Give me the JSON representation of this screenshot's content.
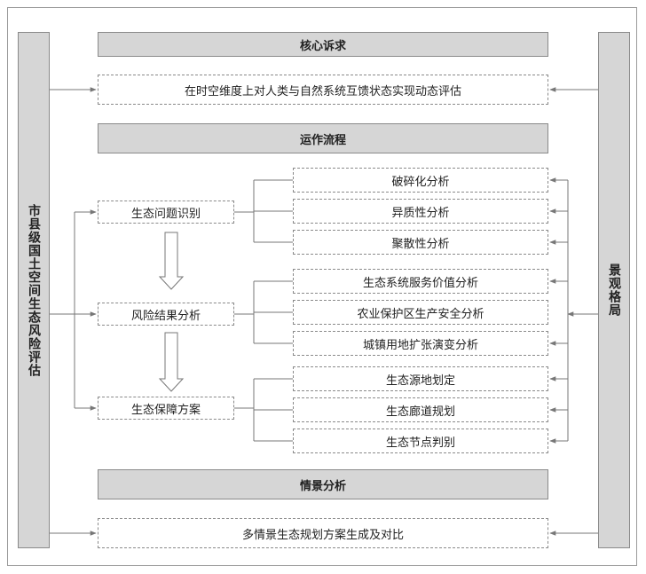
{
  "left_bar": {
    "label": "市县级国土空间生态风险评估"
  },
  "right_bar": {
    "label": "景观格局"
  },
  "sections": {
    "core": {
      "title": "核心诉求",
      "content": "在时空维度上对人类与自然系统互馈状态实现动态评估"
    },
    "process": {
      "title": "运作流程"
    },
    "scenario": {
      "title": "情景分析",
      "content": "多情景生态规划方案生成及对比"
    }
  },
  "steps": [
    {
      "label": "生态问题识别",
      "items": [
        "破碎化分析",
        "异质性分析",
        "聚散性分析"
      ]
    },
    {
      "label": "风险结果分析",
      "items": [
        "生态系统服务价值分析",
        "农业保护区生产安全分析",
        "城镇用地扩张演变分析"
      ]
    },
    {
      "label": "生态保障方案",
      "items": [
        "生态源地划定",
        "生态廊道规划",
        "生态节点判别"
      ]
    }
  ]
}
